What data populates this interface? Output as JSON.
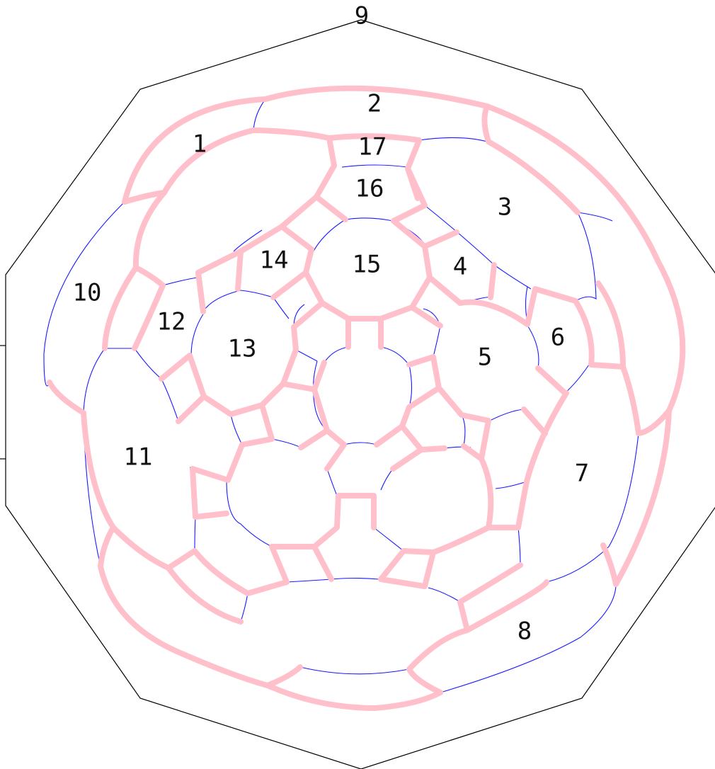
{
  "colors": {
    "outline": "#000000",
    "thin_edge": "#1a1aff",
    "thick_edge": "#ffc0cb"
  },
  "outer_polygon_label": "9",
  "face_labels": [
    {
      "id": "1",
      "text": "1"
    },
    {
      "id": "2",
      "text": "2"
    },
    {
      "id": "3",
      "text": "3"
    },
    {
      "id": "4",
      "text": "4"
    },
    {
      "id": "5",
      "text": "5"
    },
    {
      "id": "6",
      "text": "6"
    },
    {
      "id": "7",
      "text": "7"
    },
    {
      "id": "8",
      "text": "8"
    },
    {
      "id": "10",
      "text": "10"
    },
    {
      "id": "11",
      "text": "11"
    },
    {
      "id": "12",
      "text": "12"
    },
    {
      "id": "13",
      "text": "13"
    },
    {
      "id": "14",
      "text": "14"
    },
    {
      "id": "15",
      "text": "15"
    },
    {
      "id": "16",
      "text": "16"
    },
    {
      "id": "17",
      "text": "17"
    }
  ]
}
